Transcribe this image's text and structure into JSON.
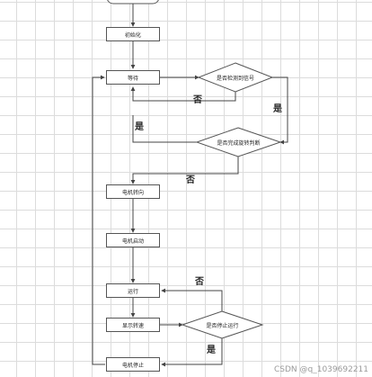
{
  "nodes": {
    "init": "初始化",
    "wait": "等待",
    "motor_dir": "电机转向",
    "motor_start": "电机启动",
    "run": "运行",
    "display": "显示转速",
    "motor_stop": "电机停止"
  },
  "decisions": {
    "d1": "是否检测到信号",
    "d2": "是否完成旋转判断",
    "d3": "是否停止运行"
  },
  "edge_labels": {
    "d1_no": "否",
    "d1_yes": "是",
    "d2_yes": "是",
    "d2_no": "否",
    "d3_no": "否",
    "d3_yes": "是"
  },
  "watermark": "CSDN @q_1039692211"
}
